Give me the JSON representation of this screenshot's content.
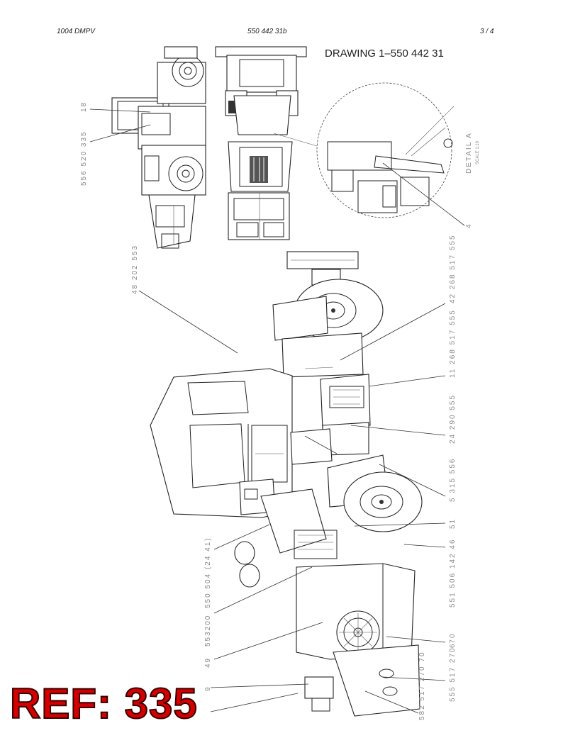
{
  "header": {
    "left": "1004 DMPV",
    "center": "550 442 31b",
    "right": "3 /  4"
  },
  "drawing_title": "DRAWING 1–550 442 31",
  "detail": {
    "label": "DETAIL A",
    "scale": "SCALE 1:10"
  },
  "callouts": {
    "top_view": [
      "18",
      "556 520 335"
    ],
    "detail_part": "4",
    "left_side": [
      "48  202 553",
      "550 504 (24  41)",
      "553200",
      "49",
      "9"
    ],
    "right_side": [
      "42  268 517 555",
      "11  268 517 555",
      "24  290 555",
      "5  315 556",
      "51",
      "551 506 142  46",
      "6",
      "555 517 270  70",
      "582 517 270  70"
    ]
  },
  "ref_badge": "REF: 335"
}
